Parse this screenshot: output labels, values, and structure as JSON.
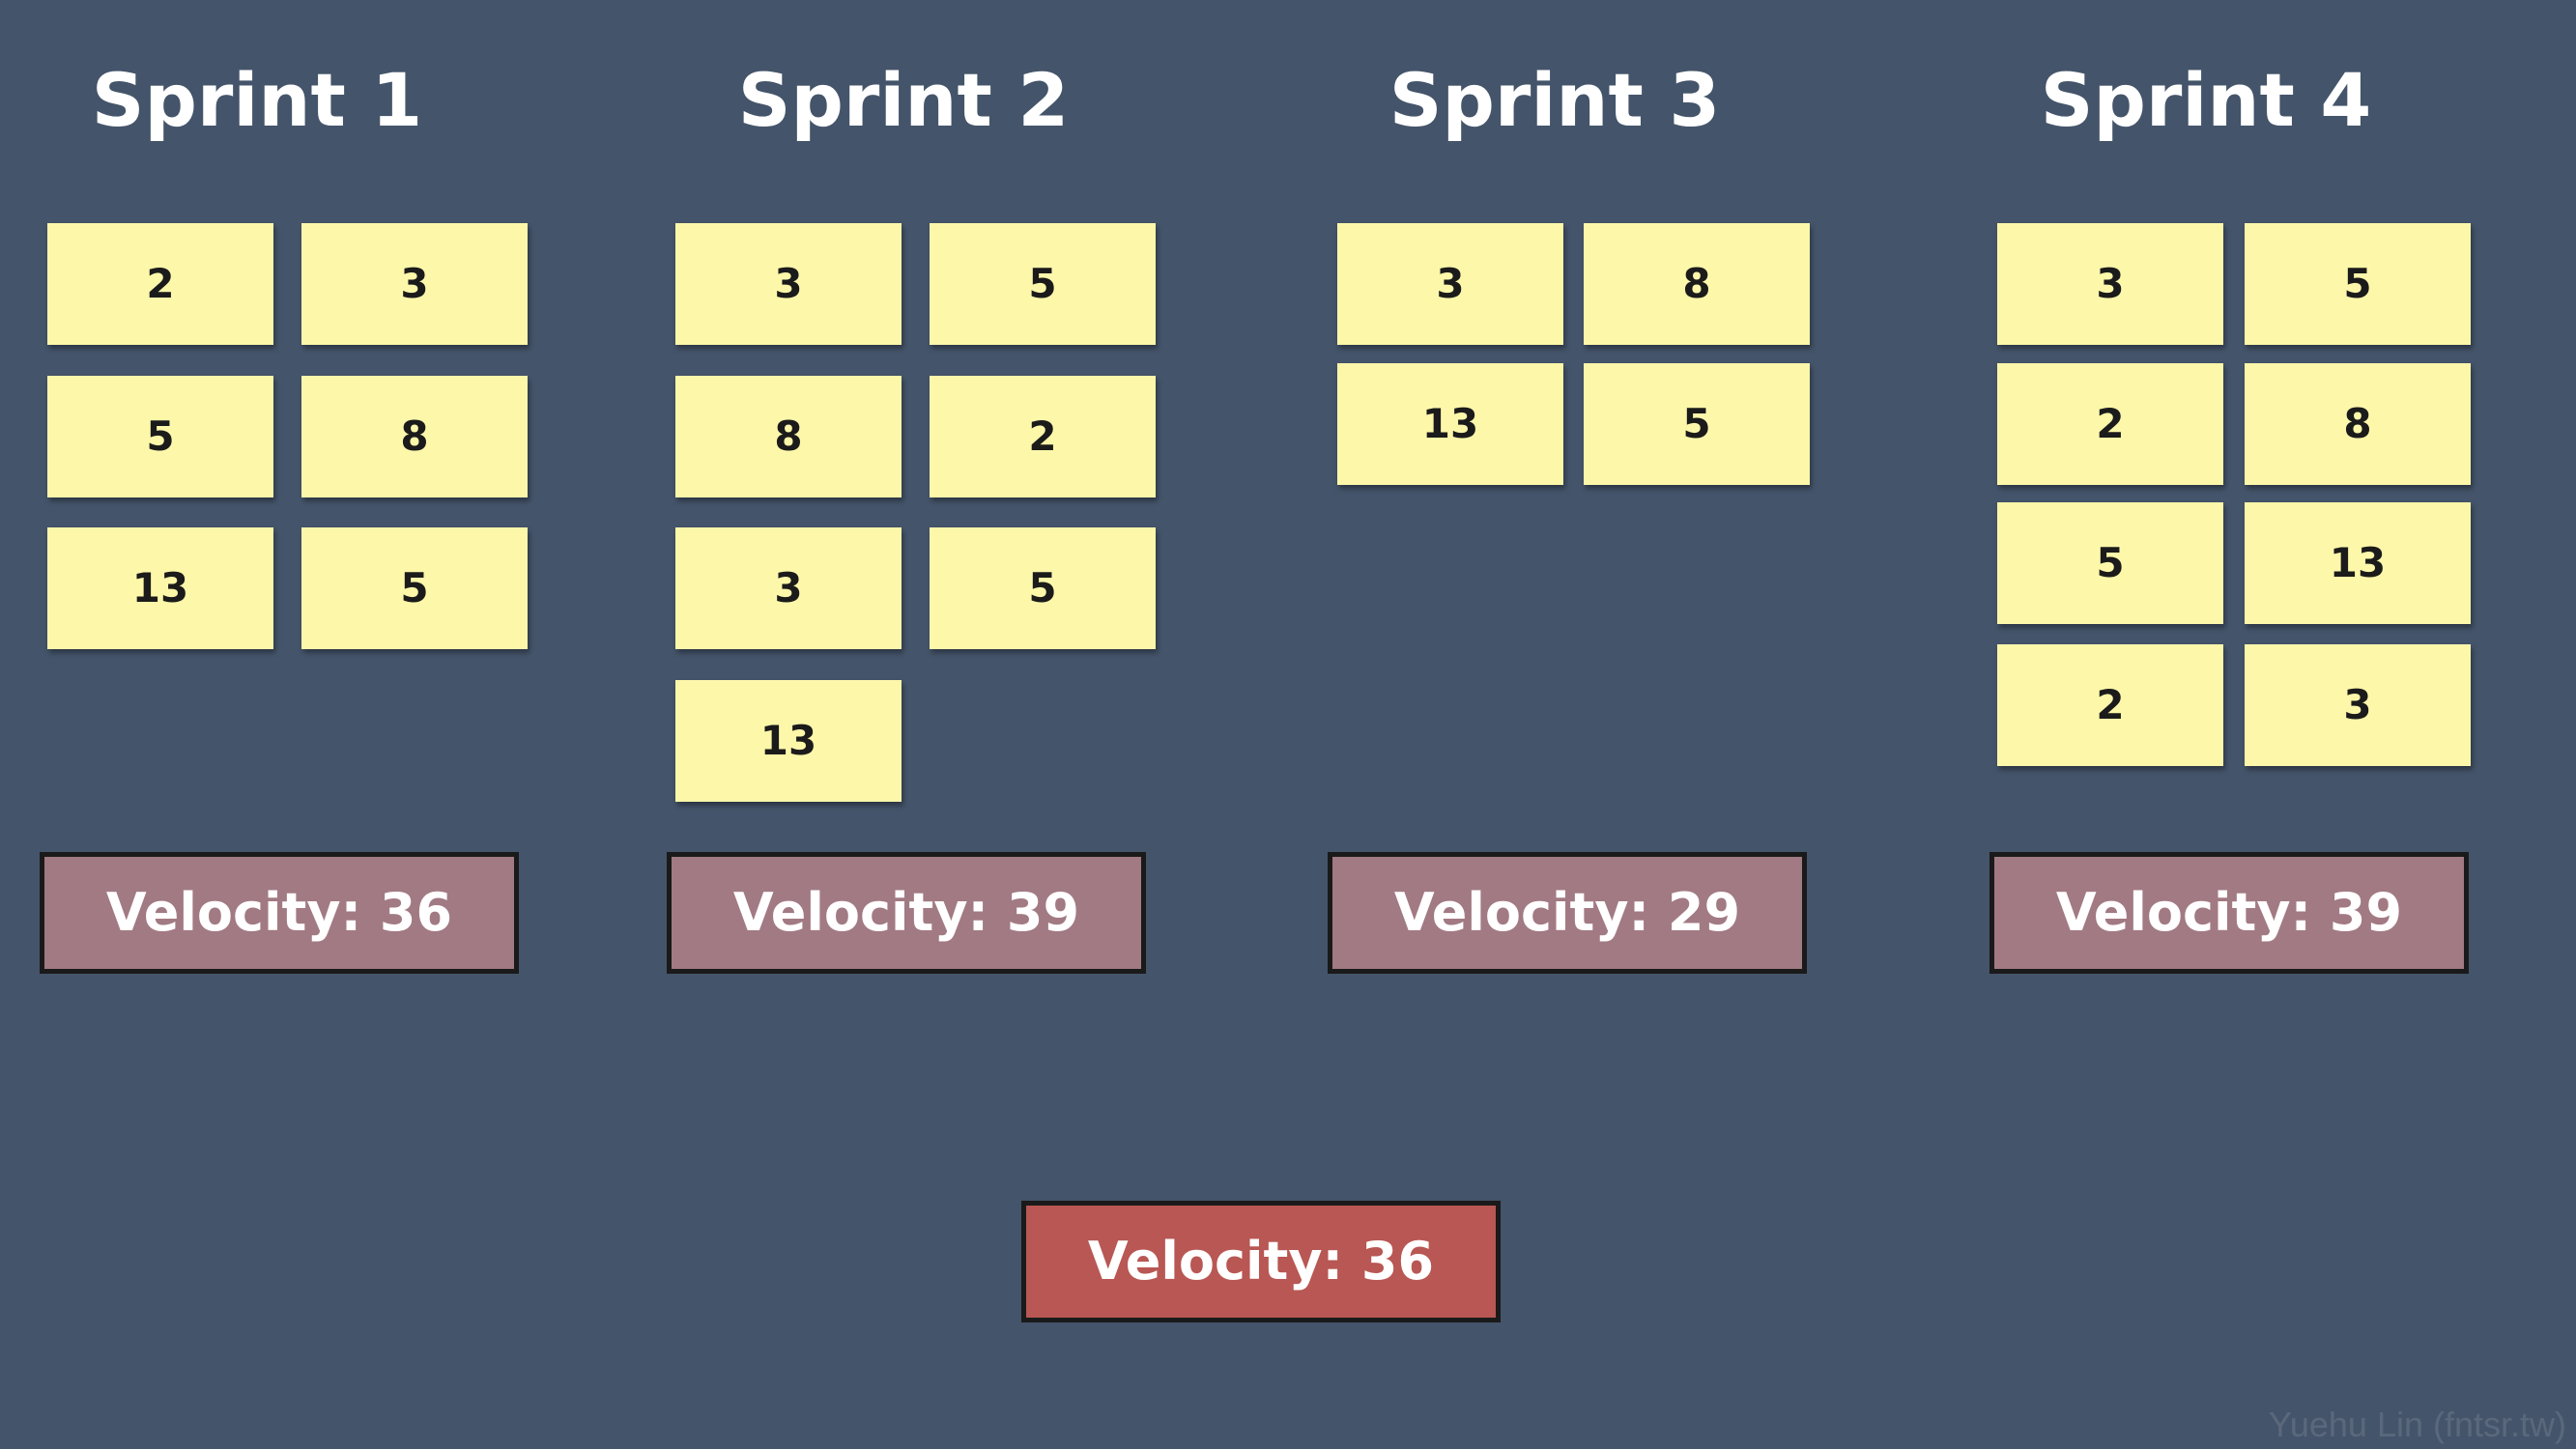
{
  "sprints": [
    {
      "title": "Sprint 1",
      "velocity": "Velocity: 36",
      "points": [
        2,
        3,
        5,
        8,
        13,
        5
      ]
    },
    {
      "title": "Sprint 2",
      "velocity": "Velocity: 39",
      "points": [
        3,
        5,
        8,
        2,
        3,
        5,
        13
      ]
    },
    {
      "title": "Sprint 3",
      "velocity": "Velocity: 29",
      "points": [
        3,
        8,
        13,
        5
      ]
    },
    {
      "title": "Sprint 4",
      "velocity": "Velocity: 39",
      "points": [
        3,
        5,
        2,
        8,
        5,
        13,
        2,
        3
      ]
    }
  ],
  "summary": {
    "label": "Velocity: 36"
  },
  "colors": {
    "background": "#44546a",
    "sticky_note": "#fdf7aa",
    "sprint_velocity_box": "#a27a83",
    "summary_velocity_box": "#b85753"
  },
  "watermark": "Yuehu Lin (fntsr.tw)"
}
